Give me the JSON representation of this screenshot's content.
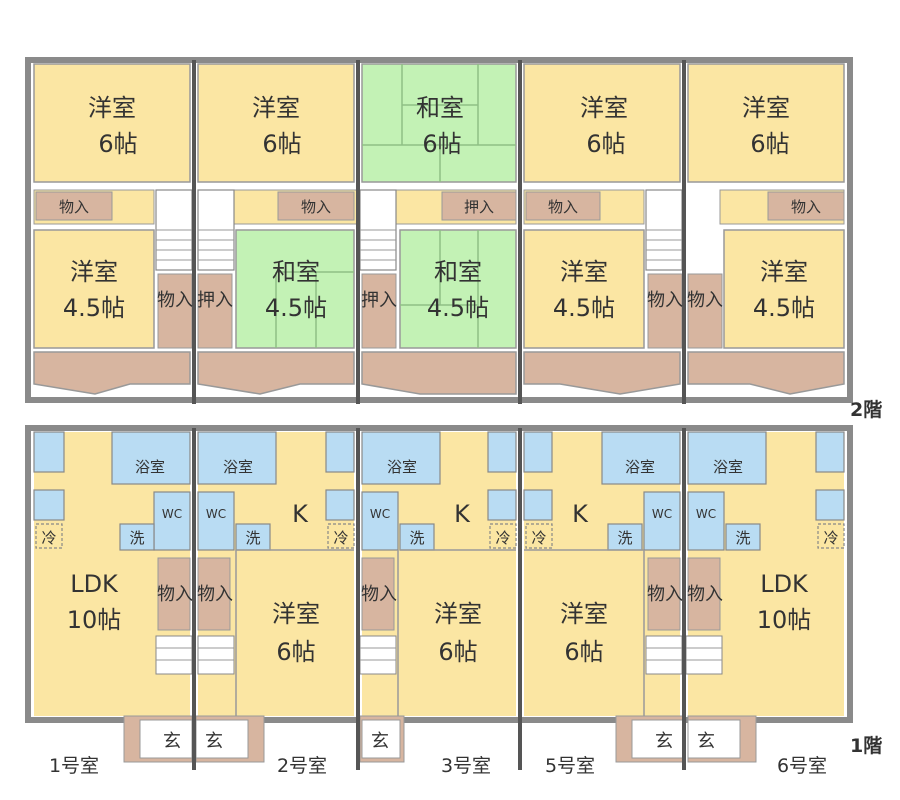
{
  "floors": {
    "upper_label": "2階",
    "lower_label": "1階"
  },
  "upper": {
    "western": "洋室",
    "japanese": "和室",
    "six_mat": "6帖",
    "four_half_mat": "4.5帖",
    "storage": "物入",
    "closet": "押入"
  },
  "lower": {
    "bath": "浴室",
    "wc": "WC",
    "kitchen": "K",
    "washer": "洗",
    "fridge": "冷",
    "ldk": "LDK",
    "ten_mat": "10帖",
    "western": "洋室",
    "six_mat": "6帖",
    "storage": "物入",
    "entrance": "玄"
  },
  "units": [
    "1号室",
    "2号室",
    "3号室",
    "5号室",
    "6号室"
  ],
  "colors": {
    "wall": "#8a8a8a",
    "divider": "#555555",
    "western_floor": "#fbe6a3",
    "japanese_floor": "#c3f2b5",
    "storage": "#d7b5a0",
    "wet_area": "#b9dcf3"
  }
}
